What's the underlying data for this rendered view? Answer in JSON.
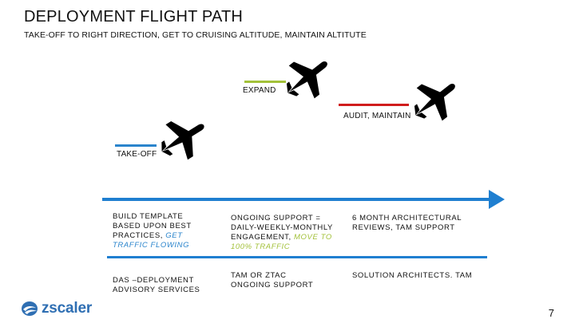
{
  "slide": {
    "title": "DEPLOYMENT FLIGHT PATH",
    "subtitle": "TAKE-OFF TO RIGHT DIRECTION, GET TO CRUISING ALTITUDE, MAINTAIN ALTITUTE",
    "page_number": "7"
  },
  "stages": {
    "expand": {
      "label": "EXPAND",
      "color": "#a3c13a"
    },
    "audit": {
      "label": "AUDIT, MAINTAIN",
      "color": "#d01c1c"
    },
    "takeoff": {
      "label": "TAKE-OFF",
      "color": "#2a84cc"
    }
  },
  "timeline": {
    "color": "#1f7fd0",
    "divider_color": "#1f7fd0"
  },
  "columns": {
    "col1": {
      "top_text": "BUILD TEMPLATE BASED UPON BEST PRACTICES,",
      "top_accent": "GET TRAFFIC FLOWING",
      "bottom_text": "DAS –DEPLOYMENT ADVISORY SERVICES"
    },
    "col2": {
      "top_text": "ONGOING SUPPORT = DAILY-WEEKLY-MONTHLY ENGAGEMENT,",
      "top_accent": "MOVE TO 100% TRAFFIC",
      "bottom_text": "TAM OR ZTAC ONGOING SUPPORT"
    },
    "col3": {
      "top_text": "6 MONTH ARCHITECTURAL REVIEWS, TAM SUPPORT",
      "bottom_text": "SOLUTION ARCHITECTS. TAM"
    }
  },
  "colors": {
    "accent_green": "#a3c13a",
    "accent_blue": "#2a84cc"
  },
  "logo": {
    "text": "zscaler",
    "icon": "zscaler-logo-icon"
  }
}
